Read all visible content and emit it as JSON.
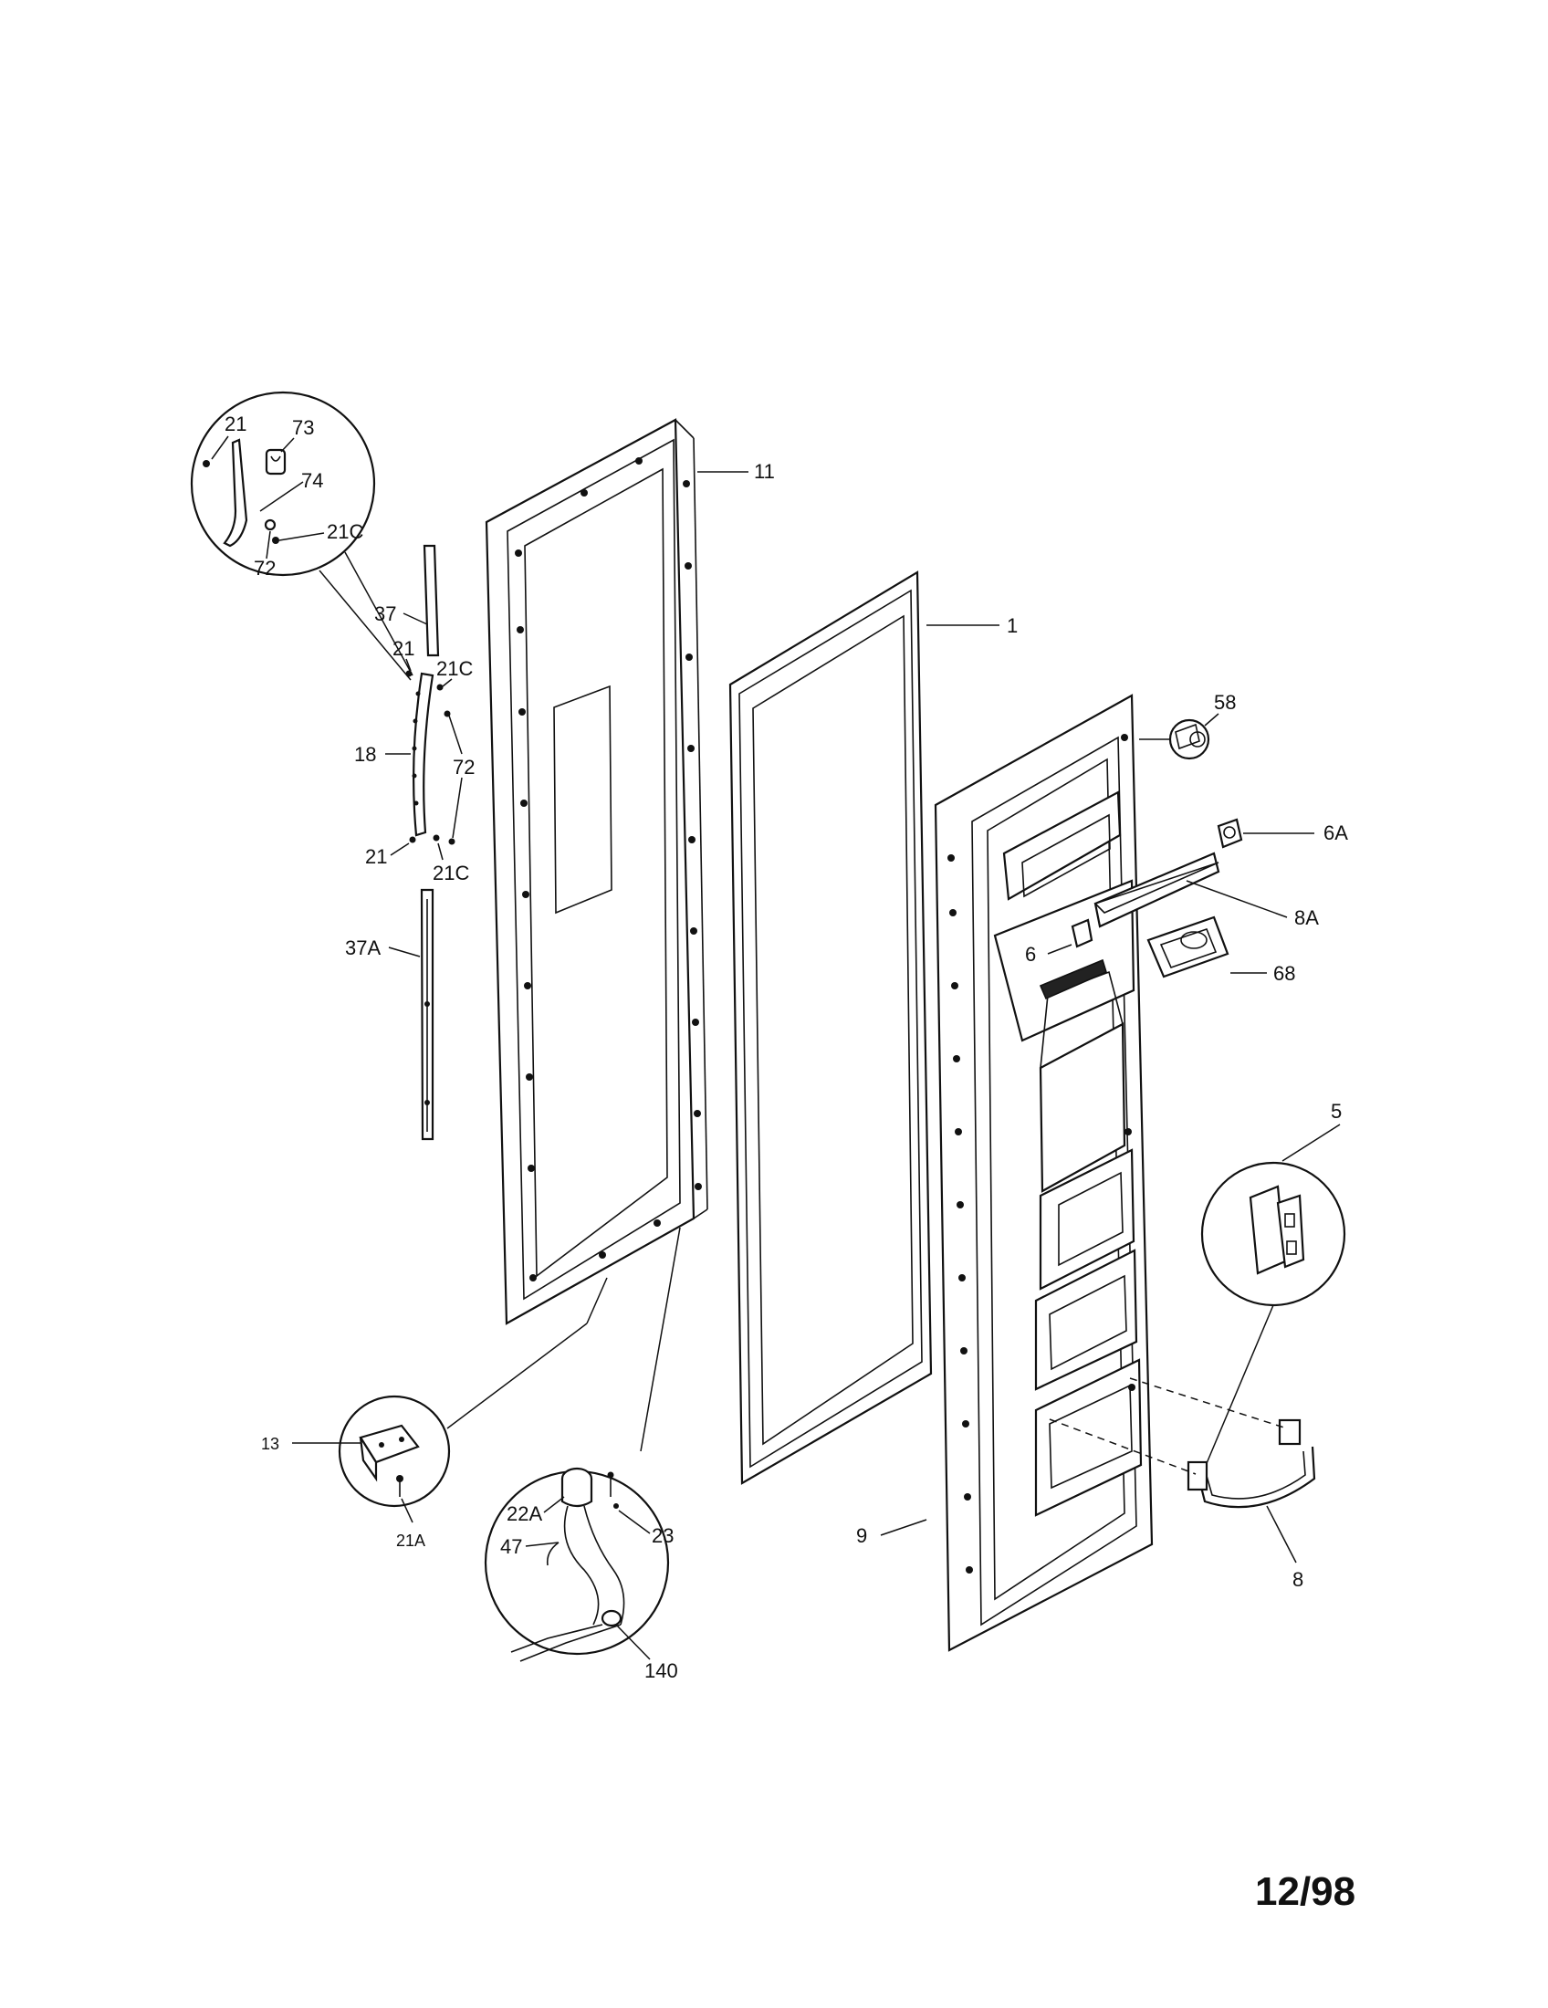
{
  "labels": {
    "p11": "11",
    "p1": "1",
    "p9": "9",
    "p58": "58",
    "p6A": "6A",
    "p8A": "8A",
    "p6": "6",
    "p68": "68",
    "p5": "5",
    "p8": "8",
    "p37": "37",
    "p21_a": "21",
    "p21C_a": "21C",
    "p18": "18",
    "p72": "72",
    "p21_b": "21",
    "p21C_b": "21C",
    "p37A": "37A",
    "d_21": "21",
    "d_73": "73",
    "d_74": "74",
    "d_21C": "21C",
    "d_72": "72",
    "p13": "13",
    "p21A": "21A",
    "w_22A": "22A",
    "w_23": "23",
    "w_47": "47",
    "w_140": "140"
  },
  "date_code": "12/98"
}
